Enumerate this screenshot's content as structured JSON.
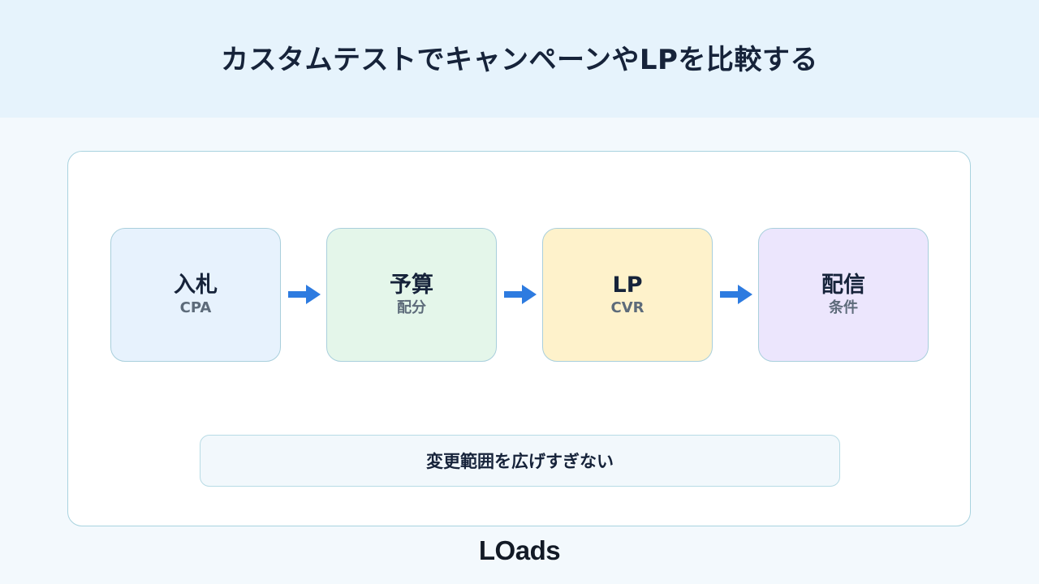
{
  "header": {
    "title": "カスタムテストでキャンペーンやLPを比較する"
  },
  "flow": {
    "steps": [
      {
        "title": "入札",
        "subtitle": "CPA",
        "color": "#e7f2fd"
      },
      {
        "title": "予算",
        "subtitle": "配分",
        "color": "#e4f6ea"
      },
      {
        "title": "LP",
        "subtitle": "CVR",
        "color": "#fef2cb"
      },
      {
        "title": "配信",
        "subtitle": "条件",
        "color": "#ece6fd"
      }
    ],
    "arrow_color": "#2d7be0"
  },
  "note": {
    "text": "変更範囲を広げすぎない"
  },
  "brand": {
    "logo_text": "LOads"
  }
}
